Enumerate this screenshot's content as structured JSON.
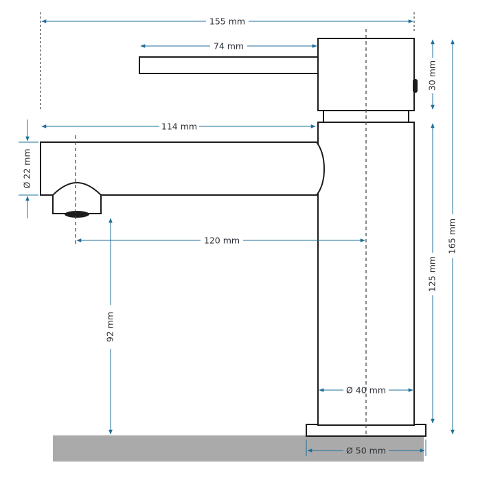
{
  "colors": {
    "dimension_line": "#1f6f9a",
    "outline": "#1c1c1c",
    "surface": "#aaaaaa",
    "label_text": "#2b2f35"
  },
  "dimensions": {
    "total_width": "155 mm",
    "handle_length": "74 mm",
    "handle_body_height": "30 mm",
    "spout_length": "114 mm",
    "spout_diameter": "Ø 22 mm",
    "outlet_to_center": "120 mm",
    "outlet_height": "92 mm",
    "body_height": "125 mm",
    "total_height": "165 mm",
    "body_diameter": "Ø 40 mm",
    "base_diameter": "Ø 50 mm"
  }
}
